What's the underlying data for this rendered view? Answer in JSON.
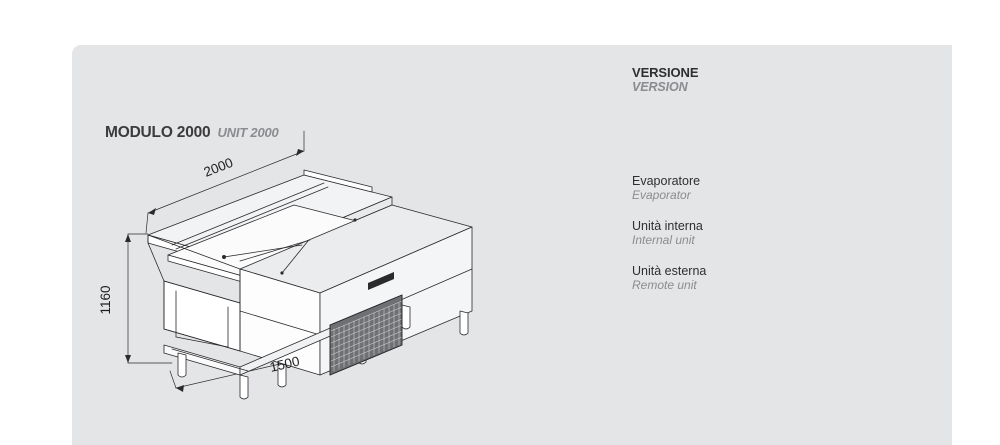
{
  "panel": {
    "background_color": "#e4e5e7"
  },
  "drawing": {
    "title_it": "MODULO 2000",
    "title_en": "UNIT 2000",
    "dimensions": {
      "length": "2000",
      "height": "1160",
      "depth": "1500"
    },
    "caption_name": "refrigerated-display-counter-drawing"
  },
  "spec_table": {
    "rows": [
      {
        "label_it": "VERSIONE",
        "label_en": "VERSION",
        "bold": true,
        "value_col2": "",
        "value_col3": ""
      },
      {
        "label_it": "",
        "label_en": "",
        "bold": false,
        "value_col2": "",
        "value_col3": ""
      },
      {
        "label_it": "Evaporatore",
        "label_en": "Evaporator",
        "bold": false,
        "value_col2": "",
        "value_col3": ""
      },
      {
        "label_it": "Unità interna",
        "label_en": "Internal unit",
        "bold": false,
        "value_col2": "",
        "value_col3": ""
      },
      {
        "label_it": "Unità esterna",
        "label_en": "Remote unit",
        "bold": false,
        "value_col2": "",
        "value_col3": ""
      },
      {
        "label_it": "",
        "label_en": "",
        "bold": false,
        "value_col2": "",
        "value_col3": ""
      }
    ]
  }
}
